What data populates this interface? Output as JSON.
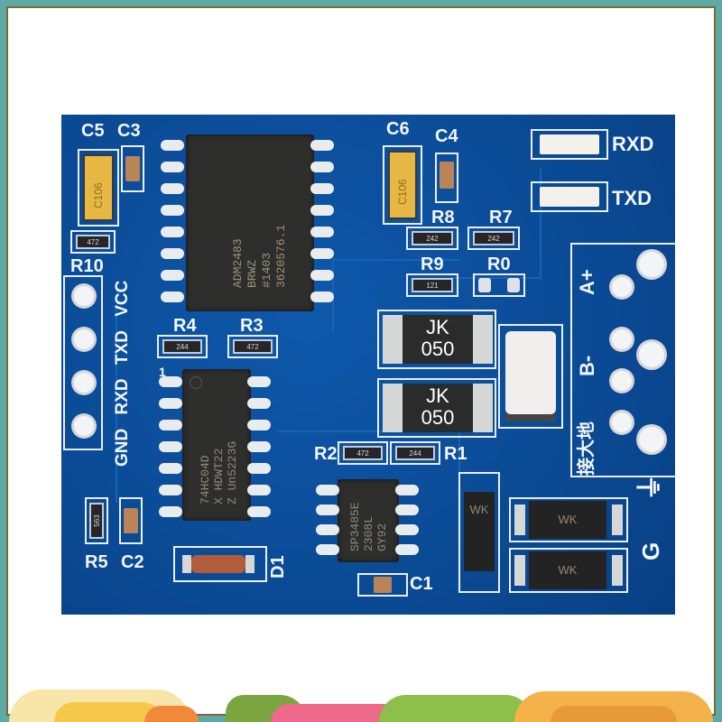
{
  "image": {
    "subject": "Blue PCB RS485 to TTL converter module",
    "board_color": "#0b4d9a",
    "frame_color": "#5fa9a4",
    "background_color": "#ffffff"
  },
  "silkscreen": {
    "top_left_caps": [
      "C5",
      "C3"
    ],
    "top_mid_caps": [
      "C6",
      "C4"
    ],
    "resistors_top": [
      "R8",
      "R7",
      "R9",
      "R0"
    ],
    "r10": "R10",
    "r4": "R4",
    "r3": "R3",
    "r2": "R2",
    "r1": "R1",
    "r5": "R5",
    "c2": "C2",
    "c1": "C1",
    "d1": "D1",
    "pin1_marker": "1",
    "led_labels": [
      "RXD",
      "TXD"
    ],
    "header_pins": [
      "GND",
      "RXD",
      "TXD",
      "VCC"
    ],
    "terminal_labels": [
      "A+",
      "B-",
      "接大地"
    ],
    "ground_label": "G",
    "ground_symbol": "⏚"
  },
  "components": {
    "tantalum_code": "C106",
    "resistor_codes": {
      "r10": "472",
      "r8": "242",
      "r7": "242",
      "r9": "121",
      "r4": "244",
      "r3": "472",
      "r2": "472",
      "r1": "244",
      "r5": "563"
    },
    "ic_main_marking": [
      "ADM2483",
      "BRWZ",
      "#1403",
      "3620576.1"
    ],
    "ic_inverter_marking": [
      "74HC04D",
      "X HDWT22",
      "Z Un5223G"
    ],
    "ic_transceiver_marking": [
      "SP3485E",
      "2308L",
      "GY92"
    ],
    "fuse_marking": [
      "JK",
      "050"
    ],
    "tvs_marking": "WK"
  },
  "footer_decoration": {
    "description": "Colorful cartoon clouds and hills banner",
    "colors": [
      "#f5c84a",
      "#ef6a8a",
      "#8cc04a",
      "#f4b24a",
      "#6a9a3c"
    ]
  }
}
